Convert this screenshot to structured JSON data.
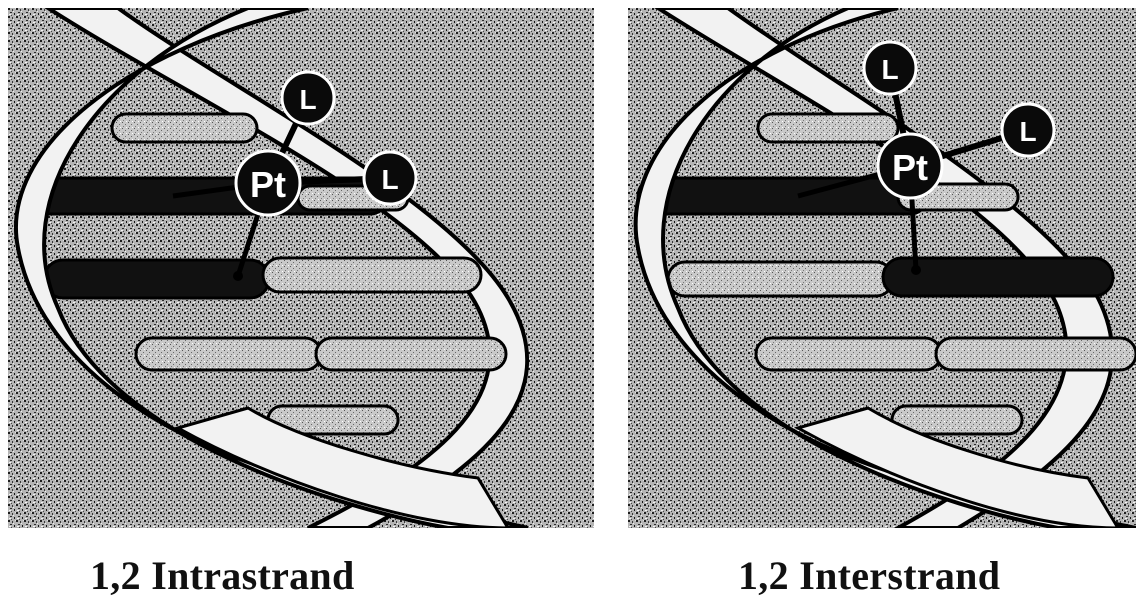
{
  "panels": [
    {
      "caption": "1,2 Intrastrand",
      "center_label": "Pt",
      "ligand_labels": [
        "L",
        "L"
      ]
    },
    {
      "caption": "1,2 Interstrand",
      "center_label": "Pt",
      "ligand_labels": [
        "L",
        "L"
      ]
    }
  ],
  "colors": {
    "background_speckle": "#9a9a9a",
    "ribbon": "#f2f2f2",
    "outline": "#000000",
    "platinum_node": "#0a0a0a",
    "node_text": "#ffffff"
  }
}
